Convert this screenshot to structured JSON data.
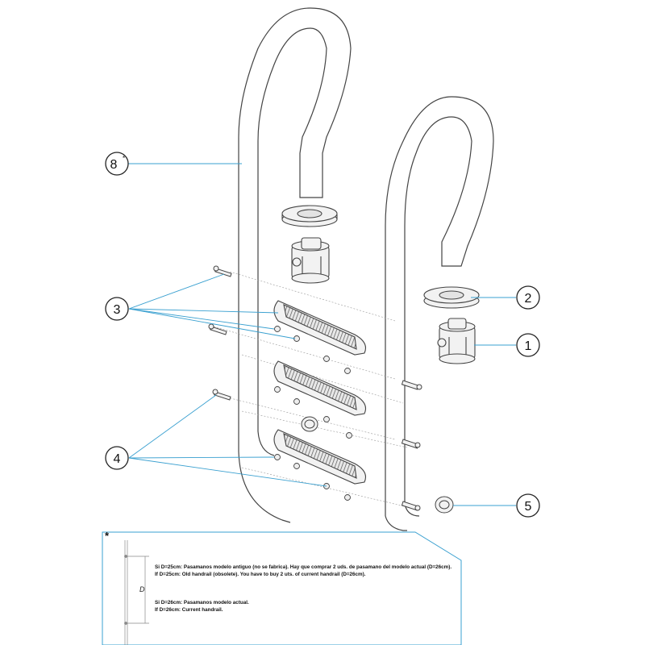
{
  "callouts": [
    {
      "id": "c8",
      "label": "8",
      "sup": "*"
    },
    {
      "id": "c3",
      "label": "3"
    },
    {
      "id": "c4",
      "label": "4"
    },
    {
      "id": "c2",
      "label": "2"
    },
    {
      "id": "c1",
      "label": "1"
    },
    {
      "id": "c5",
      "label": "5"
    }
  ],
  "note_box": {
    "asterisk": "*",
    "dimension_label": "D",
    "lines_es_1": "Si D=25cm: Pasamanos modelo antiguo (no se fabrica). Hay que comprar 2 uds. de pasamano del modelo actual (D=26cm).",
    "lines_en_1": "If D=25cm: Old handrail (obsolete). You have to buy 2 uts. of current handrail (D=26cm).",
    "lines_es_2": "Si D=26cm: Pasamanos modelo actual.",
    "lines_en_2": "If D=26cm: Current handrail."
  },
  "colors": {
    "leader": "#3aa0d0",
    "outline": "#444444",
    "part_fill": "#f2f2f2"
  }
}
